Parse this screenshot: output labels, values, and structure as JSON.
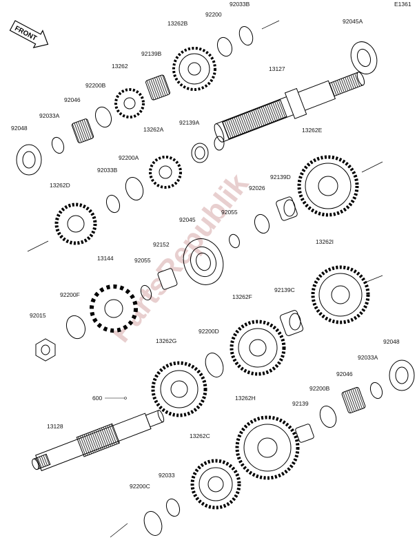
{
  "page_id": "E1361",
  "direction_badge": "FRONT",
  "watermark": "PartsRepublik",
  "labels": [
    "92033B",
    "92200",
    "13262B",
    "92045A",
    "92139B",
    "13262",
    "13127",
    "92200B",
    "92046",
    "92033A",
    "92048",
    "13262A",
    "92139A",
    "13262E",
    "92200A",
    "92033B",
    "92139D",
    "13262D",
    "92026",
    "92055",
    "92045",
    "92152",
    "92055",
    "13144",
    "13262I",
    "92200F",
    "92139C",
    "13262F",
    "92015",
    "92200D",
    "13262G",
    "92048",
    "92033A",
    "92046",
    "600",
    "92200B",
    "13262H",
    "13128",
    "92139",
    "13262C",
    "92033",
    "92200C"
  ],
  "colors": {
    "line": "#000000",
    "watermark": "#e8cfcf",
    "background": "#ffffff"
  }
}
